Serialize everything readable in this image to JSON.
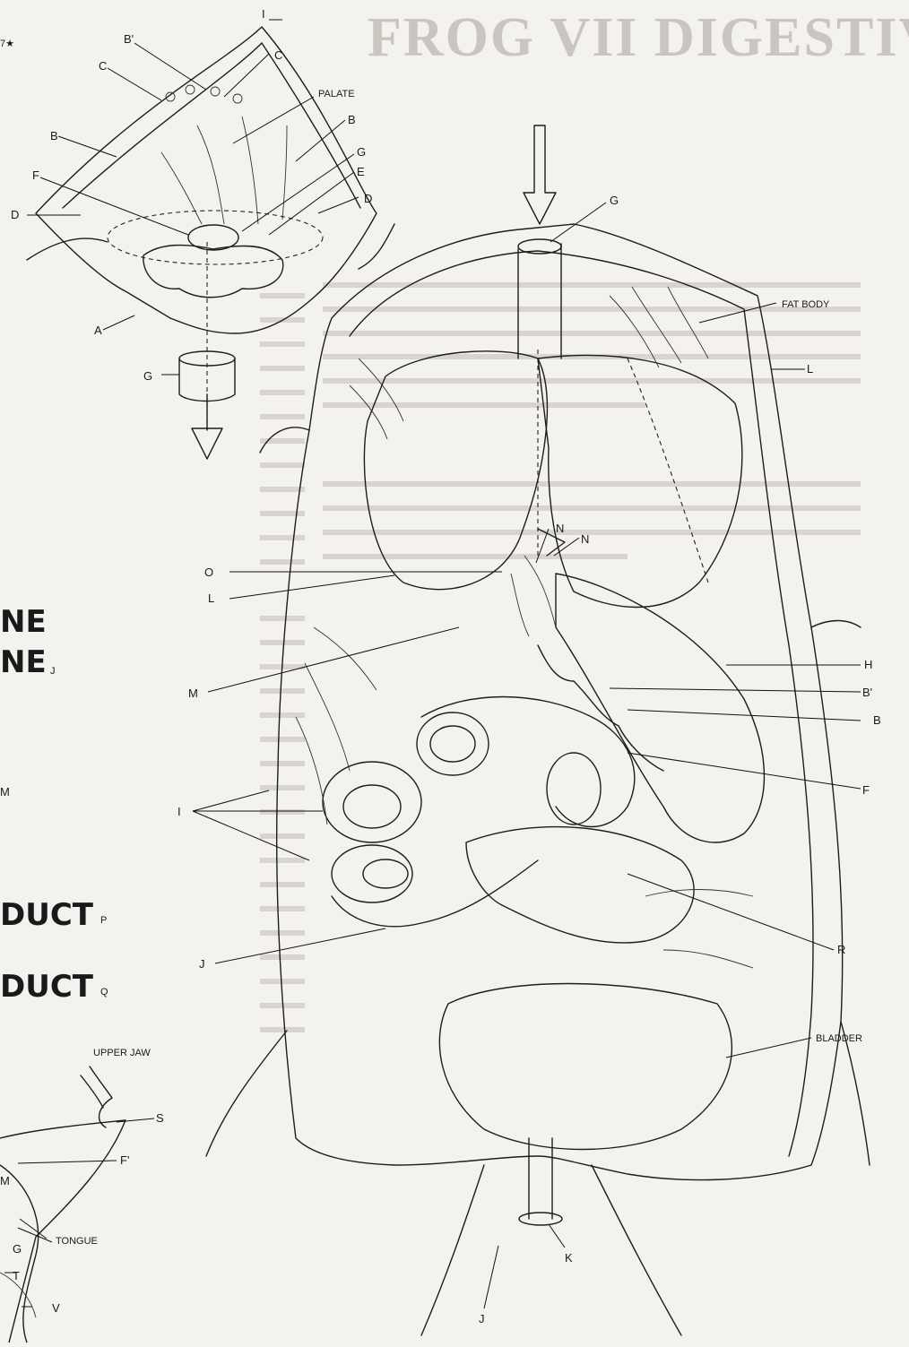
{
  "header": {
    "title": "FROG VII DIGESTIVE SYSTEM"
  },
  "mouth_figure": {
    "star_label": "7★",
    "labels": {
      "I": "I",
      "B_prime": "B'",
      "C_left": "C",
      "C_right": "C",
      "palate": "PALATE",
      "B_left": "B",
      "B_right": "B",
      "G_top": "G",
      "E": "E",
      "F": "F",
      "D_left": "D",
      "D_right": "D",
      "A": "A",
      "G_bottom": "G"
    }
  },
  "main_figure": {
    "labels": {
      "G": "G",
      "fat_body": "FAT BODY",
      "L_right": "L",
      "N_left": "N",
      "N_right": "N",
      "O": "O",
      "L_left": "L",
      "M": "M",
      "H": "H",
      "B_prime": "B'",
      "B": "B",
      "F": "F",
      "I": "I",
      "R": "R",
      "J_side": "J",
      "bladder": "BLADDER",
      "K": "K",
      "J_bottom": "J"
    }
  },
  "left_column": {
    "headings": [
      "NE",
      "NE",
      "DUCT",
      "DUCT"
    ],
    "heading_subs": [
      "",
      "J",
      "P",
      "Q"
    ],
    "M_label": "M"
  },
  "tongue_figure": {
    "labels": {
      "upper_jaw": "UPPER JAW",
      "S": "S",
      "F_prime": "F'",
      "M": "M",
      "tongue": "TONGUE",
      "G": "G",
      "T": "T",
      "V": "V"
    }
  }
}
